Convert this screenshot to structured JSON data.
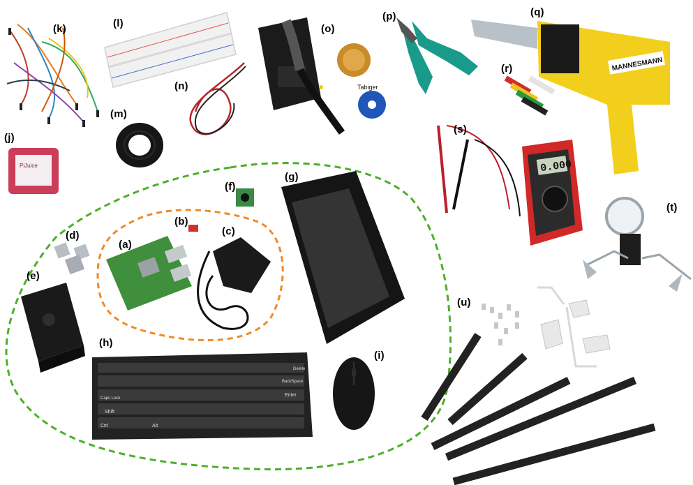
{
  "labels": {
    "a": "(a)",
    "b": "(b)",
    "c": "(c)",
    "d": "(d)",
    "e": "(e)",
    "f": "(f)",
    "g": "(g)",
    "h": "(h)",
    "i": "(i)",
    "j": "(j)",
    "k": "(k)",
    "l": "(l)",
    "m": "(m)",
    "n": "(n)",
    "o": "(o)",
    "p": "(p)",
    "q": "(q)",
    "r": "(r)",
    "s": "(s)",
    "t": "(t)",
    "u": "(u)"
  },
  "brand_text": {
    "heat_gun": "MANNESMANN",
    "solder_wick": "Tabiger",
    "multimeter_display": "0.000",
    "hat_board": "PiJuice"
  },
  "keyboard_keys": {
    "enter": "Enter",
    "delete": "Delete",
    "backspace": "BackSpace",
    "caps": "Caps Lock",
    "shift": "Shift",
    "ctrl": "Ctrl",
    "alt": "Alt"
  },
  "colors": {
    "green_boundary": "#4caf2a",
    "orange_boundary": "#f08a24",
    "heat_gun_yellow": "#f3cf1d",
    "pliers_teal": "#1a9a8a",
    "pi_board_green": "#3f8f3c",
    "black_part": "#1c1c1c"
  },
  "icons": {
    "power_adapter": "power-adapter-icon",
    "pi_case": "raspberry-logo-icon"
  }
}
